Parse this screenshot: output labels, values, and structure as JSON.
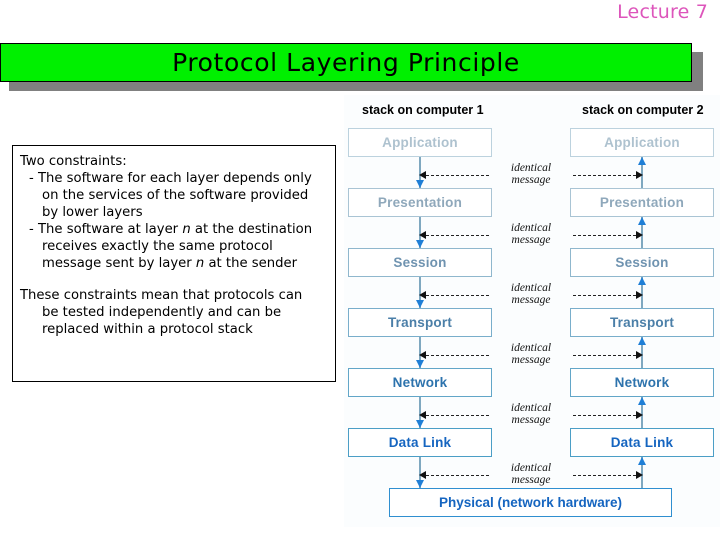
{
  "lecture": {
    "label": "Lecture 7",
    "color": "#dd55bb"
  },
  "title": {
    "text": "Protocol Layering Principle",
    "background": "#00f000",
    "shadow": "#808080"
  },
  "constraints_box": {
    "lines": [
      {
        "text": "Two constraints:",
        "indent": 0
      },
      {
        "text": "- The software for each layer depends only",
        "indent": 1
      },
      {
        "text": "on the services of the software provided",
        "indent": 2
      },
      {
        "text": "by lower layers",
        "indent": 2
      },
      {
        "text": "- The software at layer n at the destination",
        "indent": 1,
        "italic_word": "n"
      },
      {
        "text": "receives exactly the same protocol",
        "indent": 2
      },
      {
        "text": "message sent by layer n at the sender",
        "indent": 2,
        "italic_word": "n"
      },
      {
        "text": "",
        "indent": 0,
        "spacer": true
      },
      {
        "text": "These constraints mean that protocols can",
        "indent": 0
      },
      {
        "text": "be tested independently and can be",
        "indent": 2
      },
      {
        "text": "replaced within a protocol stack",
        "indent": 2
      }
    ]
  },
  "diagram": {
    "headers": [
      {
        "label": "stack on computer 1"
      },
      {
        "label": "stack on computer 2"
      }
    ],
    "layers": [
      {
        "label": "Application",
        "level": 1
      },
      {
        "label": "Presentation",
        "level": 2
      },
      {
        "label": "Session",
        "level": 3
      },
      {
        "label": "Transport",
        "level": 4
      },
      {
        "label": "Network",
        "level": 5
      },
      {
        "label": "Data Link",
        "level": 6
      }
    ],
    "physical": {
      "label": "Physical (network hardware)"
    },
    "identical_labels": [
      {
        "line1": "identical",
        "line2": "message"
      },
      {
        "line1": "identical",
        "line2": "message"
      },
      {
        "line1": "identical",
        "line2": "message"
      },
      {
        "line1": "identical",
        "line2": "message"
      },
      {
        "line1": "identical",
        "line2": "message"
      },
      {
        "line1": "identical",
        "line2": "message"
      }
    ],
    "colors": {
      "box_border_top": "#bcd2de",
      "box_border_bottom": "#2f8fd0",
      "arrow_blue": "#1f7fd6",
      "connector": "#7fa8c0",
      "dashed": "#222222",
      "background": "#fbfdfe"
    },
    "left_flow_direction": "down",
    "right_flow_direction": "up"
  }
}
